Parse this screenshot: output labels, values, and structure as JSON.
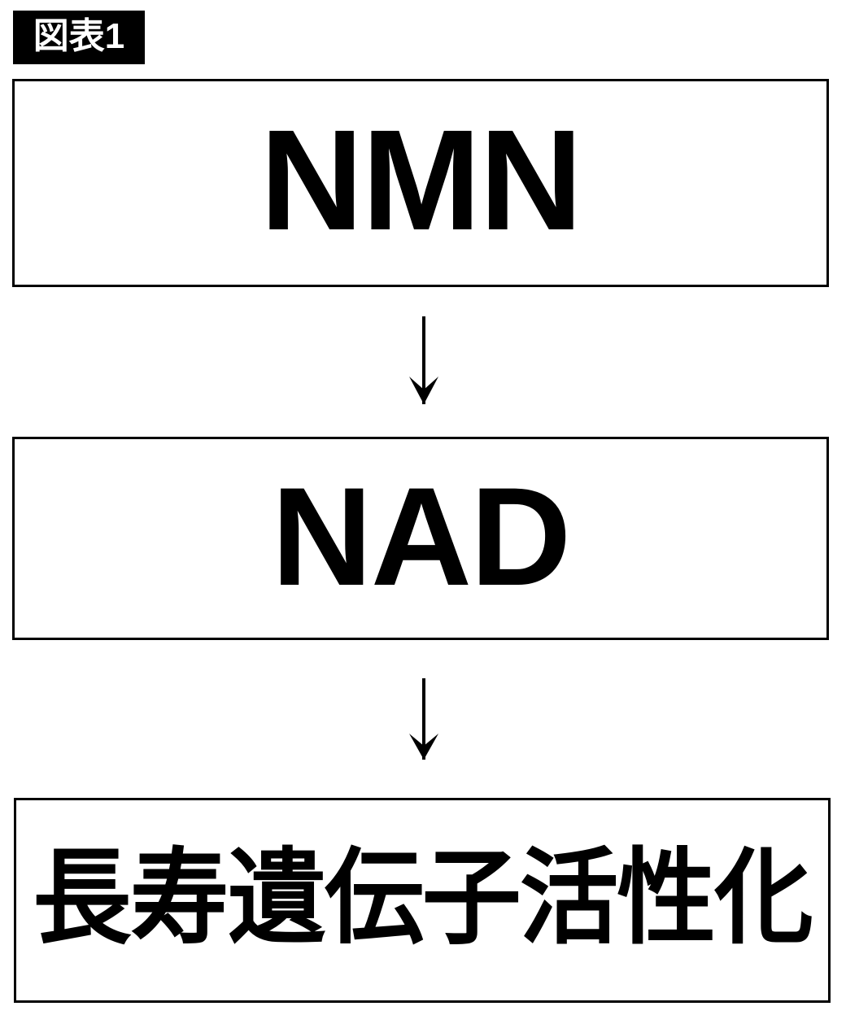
{
  "figure": {
    "badge_label": "図表1",
    "background_color": "#ffffff",
    "line_color": "#000000",
    "badge_background": "#000000",
    "badge_text_color": "#ffffff"
  },
  "diagram": {
    "type": "flowchart",
    "orientation": "vertical",
    "nodes": [
      {
        "id": "nmn",
        "label": "NMN"
      },
      {
        "id": "nad",
        "label": "NAD"
      },
      {
        "id": "result",
        "label": "長寿遺伝子活性化"
      }
    ],
    "connectors": [
      {
        "id": "arrow-1",
        "from": "nmn",
        "to": "nad",
        "glyph": "down-arrow"
      },
      {
        "id": "arrow-2",
        "from": "nad",
        "to": "result",
        "glyph": "down-arrow"
      }
    ]
  }
}
